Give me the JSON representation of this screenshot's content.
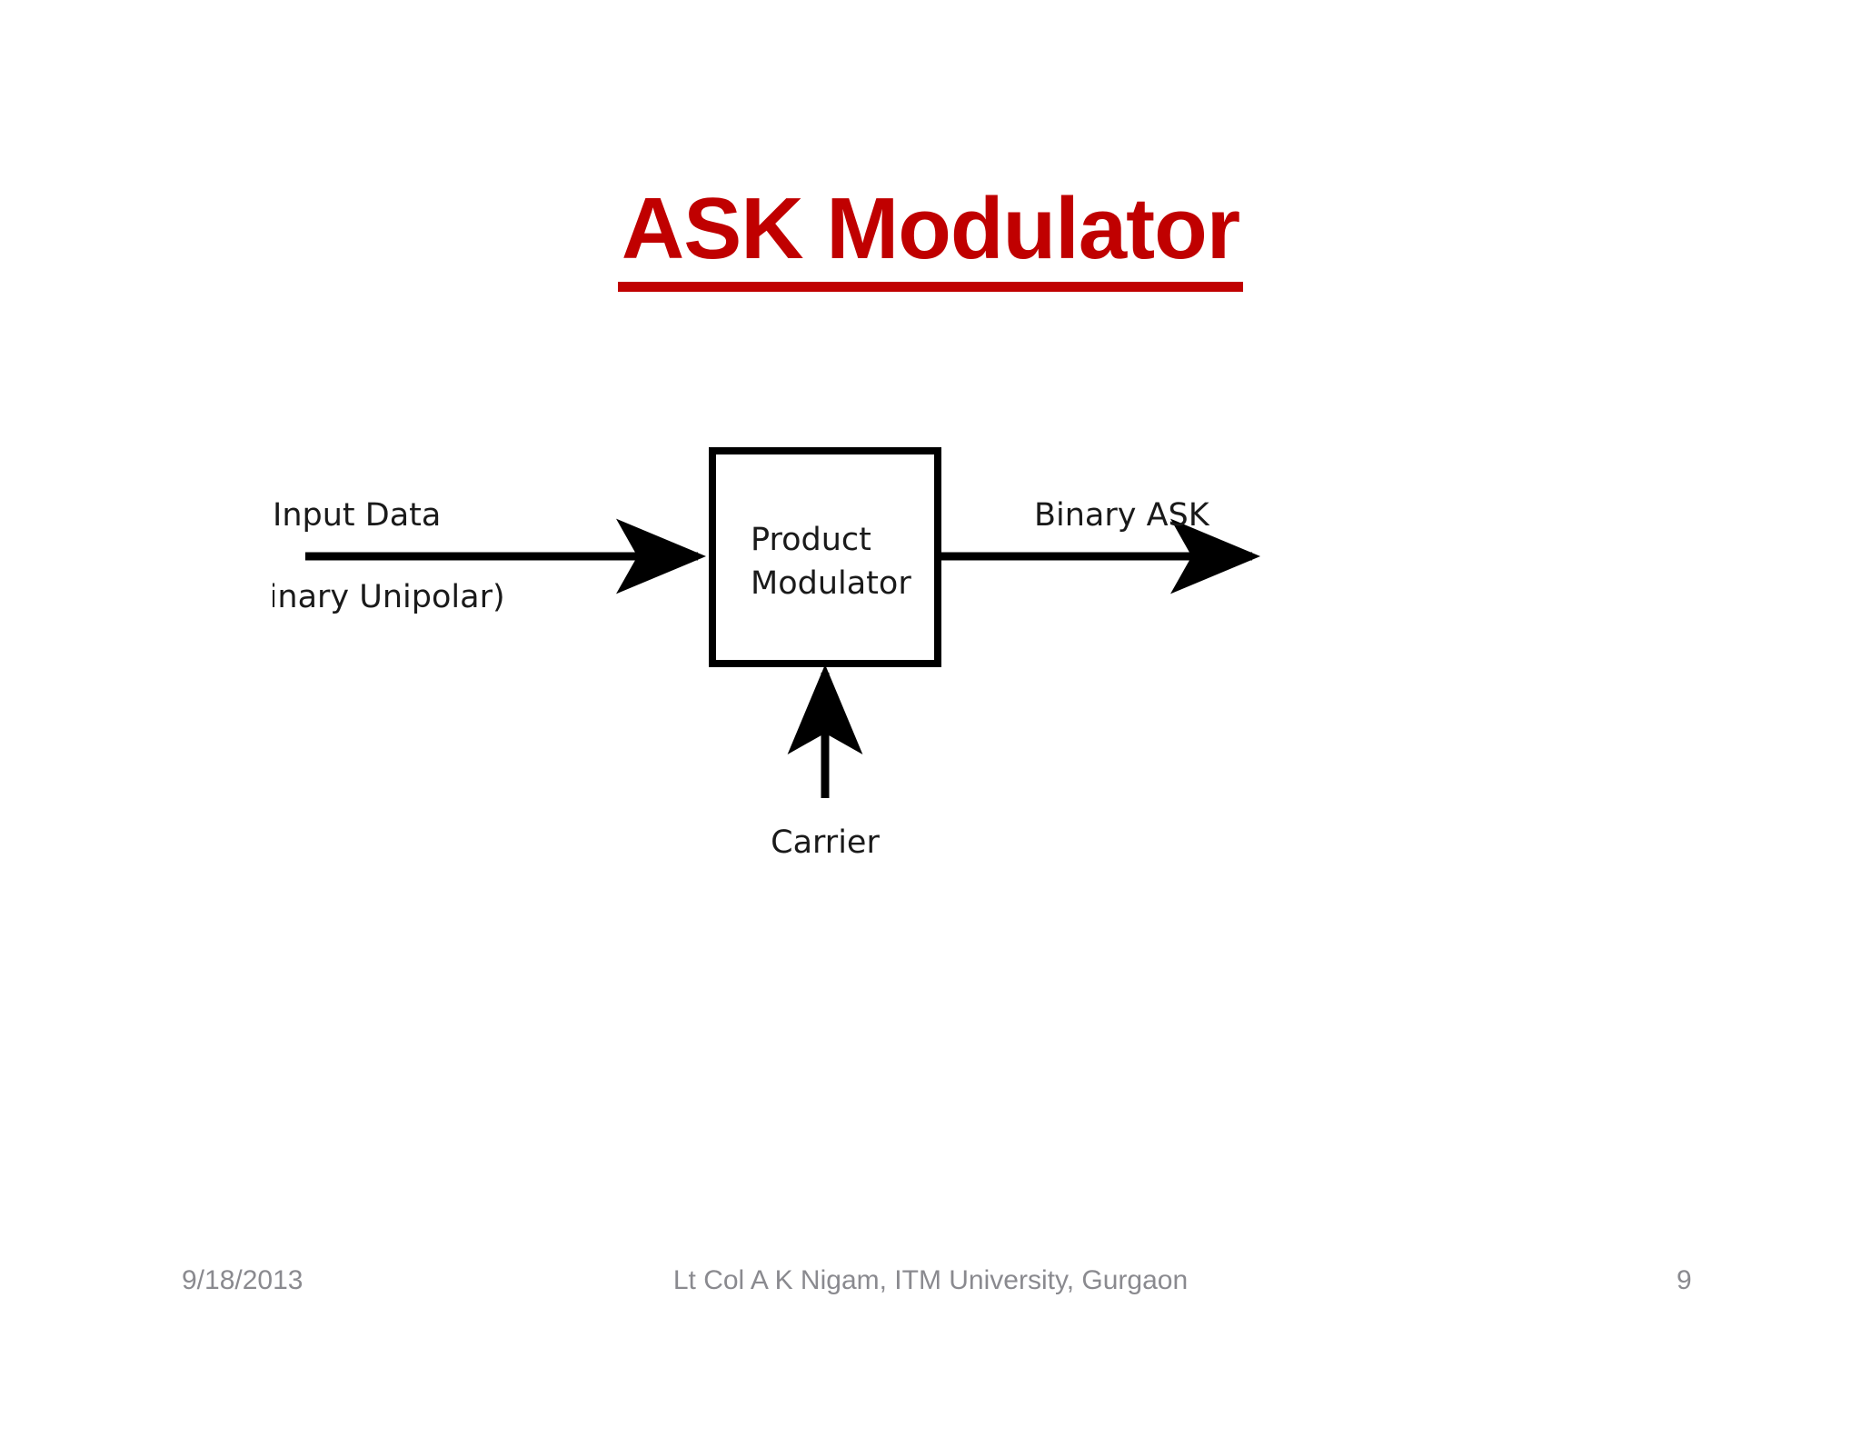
{
  "slide": {
    "title": "ASK Modulator",
    "title_color": "#C00000",
    "background_color": "#FFFFFF"
  },
  "diagram": {
    "type": "block-diagram",
    "block": {
      "label_line1": "Product",
      "label_line2": "Modulator"
    },
    "input_signal": {
      "label_line1": "Input Data",
      "label_line2": "(Binary Unipolar)"
    },
    "output_signal": {
      "label": "Binary ASK"
    },
    "carrier_signal": {
      "label": "Carrier"
    },
    "stroke_color": "#000000"
  },
  "footer": {
    "date": "9/18/2013",
    "attribution": "Lt Col A K Nigam, ITM University, Gurgaon",
    "page_number": "9",
    "text_color": "#8A8A8F"
  }
}
